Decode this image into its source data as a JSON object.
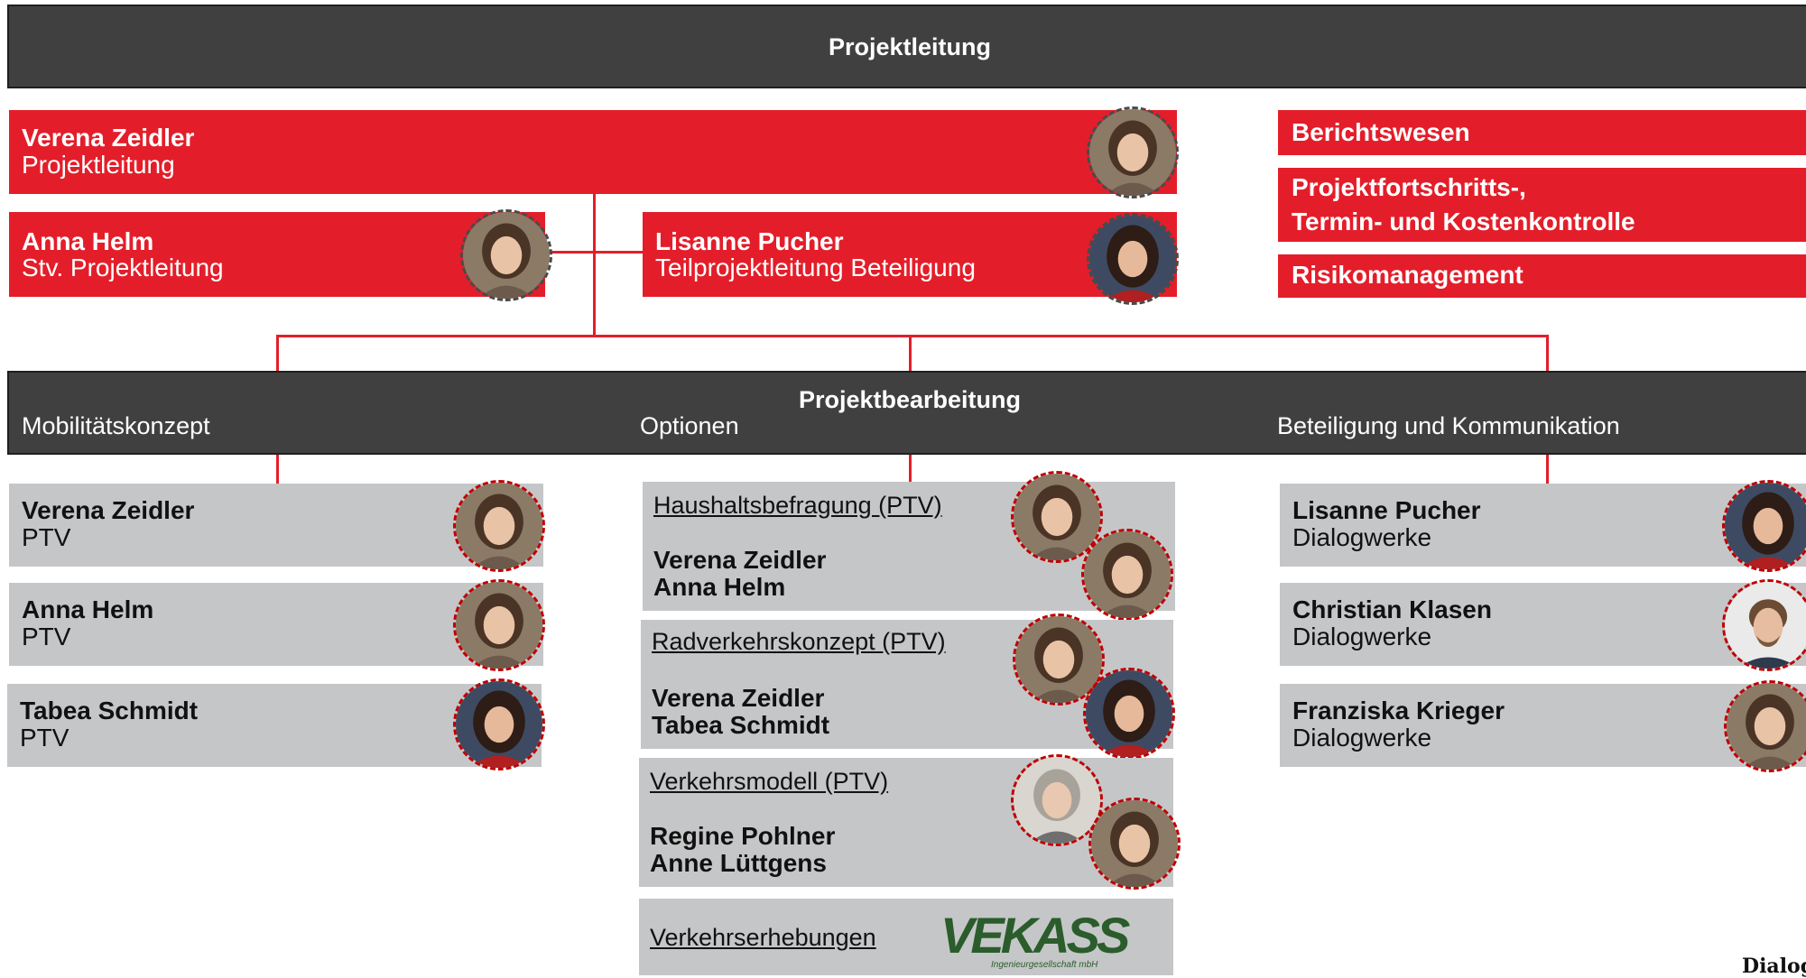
{
  "top": {
    "title": "Projektleitung"
  },
  "lead": {
    "name": "Verena Zeidler",
    "role": "Projektleitung",
    "deputy": {
      "name": "Anna Helm",
      "role": "Stv. Projektleitung"
    },
    "sub": {
      "name": "Lisanne Pucher",
      "role": "Teilprojektleitung Beteiligung"
    }
  },
  "side_tasks": [
    "Berichtswesen",
    "Projektfortschritts-,\nTermin- und Kostenkontrolle",
    "Risikomanagement"
  ],
  "work": {
    "title": "Projektbearbeitung",
    "categories": [
      "Mobilitätskonzept",
      "Optionen",
      "Beteiligung und Kommunikation"
    ]
  },
  "mobility": [
    {
      "name": "Verena Zeidler",
      "org": "PTV"
    },
    {
      "name": "Anna Helm",
      "org": "PTV"
    },
    {
      "name": "Tabea Schmidt",
      "org": "PTV"
    }
  ],
  "options": [
    {
      "topic": "Haushaltsbefragung (PTV)",
      "people": [
        "Verena Zeidler",
        "Anna Helm"
      ]
    },
    {
      "topic": "Radverkehrskonzept (PTV)",
      "people": [
        "Verena Zeidler",
        "Tabea Schmidt"
      ]
    },
    {
      "topic": "Verkehrsmodell (PTV)",
      "people": [
        "Regine Pohlner",
        "Anne Lüttgens"
      ]
    },
    {
      "topic": "Verkehrserhebungen",
      "logo_text": "VEKASS",
      "logo_sub": "Ingenieurgesellschaft mbH"
    }
  ],
  "participation": [
    {
      "name": "Lisanne Pucher",
      "org": "Dialogwerke"
    },
    {
      "name": "Christian Klasen",
      "org": "Dialogwerke"
    },
    {
      "name": "Franziska Krieger",
      "org": "Dialogwerke"
    }
  ],
  "footer_fragment": "Dialog",
  "colors": {
    "red": "#e31e2a",
    "dark": "#404040",
    "grey": "#c5c6c8"
  }
}
